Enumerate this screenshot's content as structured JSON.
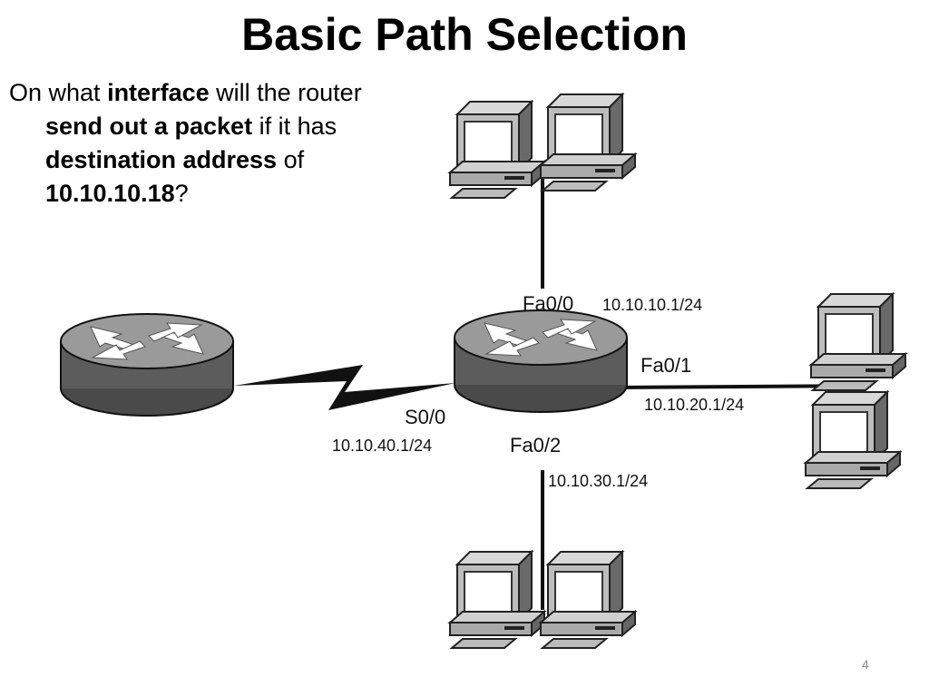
{
  "title": "Basic Path Selection",
  "question": {
    "t1": "On what ",
    "b1": "interface",
    "t2": " will the router ",
    "b2": "send out  a packet",
    "t3": " if it has ",
    "b3": "destination address",
    "t4": " of ",
    "b4": "10.10.10.18",
    "t5": "?"
  },
  "router": {
    "interfaces": {
      "fa00": {
        "name": "Fa0/0",
        "ip": "10.10.10.1/24"
      },
      "fa01": {
        "name": "Fa0/1",
        "ip": "10.10.20.1/24"
      },
      "fa02": {
        "name": "Fa0/2",
        "ip": "10.10.30.1/24"
      },
      "s00": {
        "name": "S0/0",
        "ip": "10.10.40.1/24"
      }
    }
  },
  "page_number": "4"
}
